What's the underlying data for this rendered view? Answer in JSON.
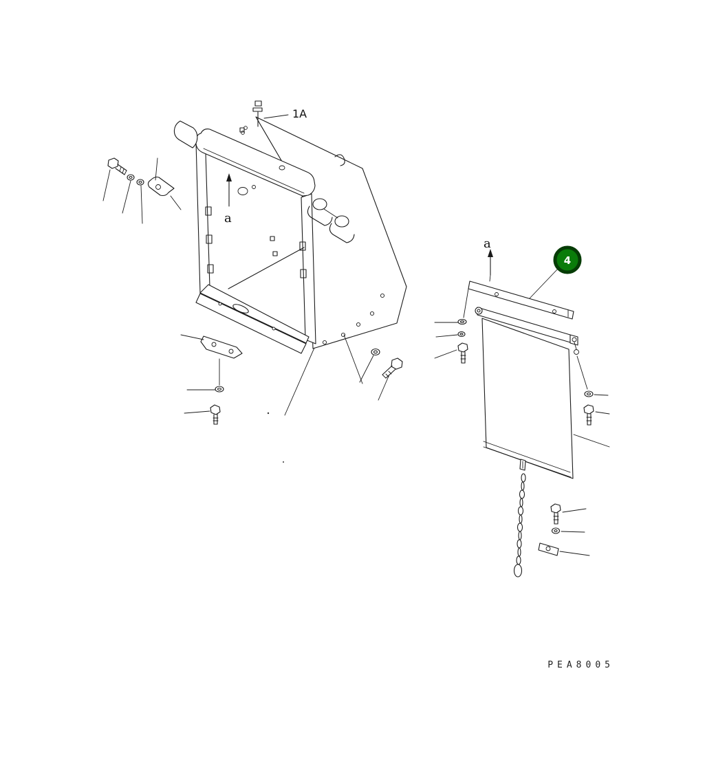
{
  "diagram": {
    "labels": {
      "part_ref": "1A",
      "section_left": "a",
      "section_right": "a",
      "callout_number": "4",
      "drawing_code": "PEA8005"
    },
    "callout": {
      "fill": "#0a7c0a",
      "ring": "#063c06",
      "text_color": "#ffffff"
    },
    "line_color": "#1a1a1a"
  }
}
